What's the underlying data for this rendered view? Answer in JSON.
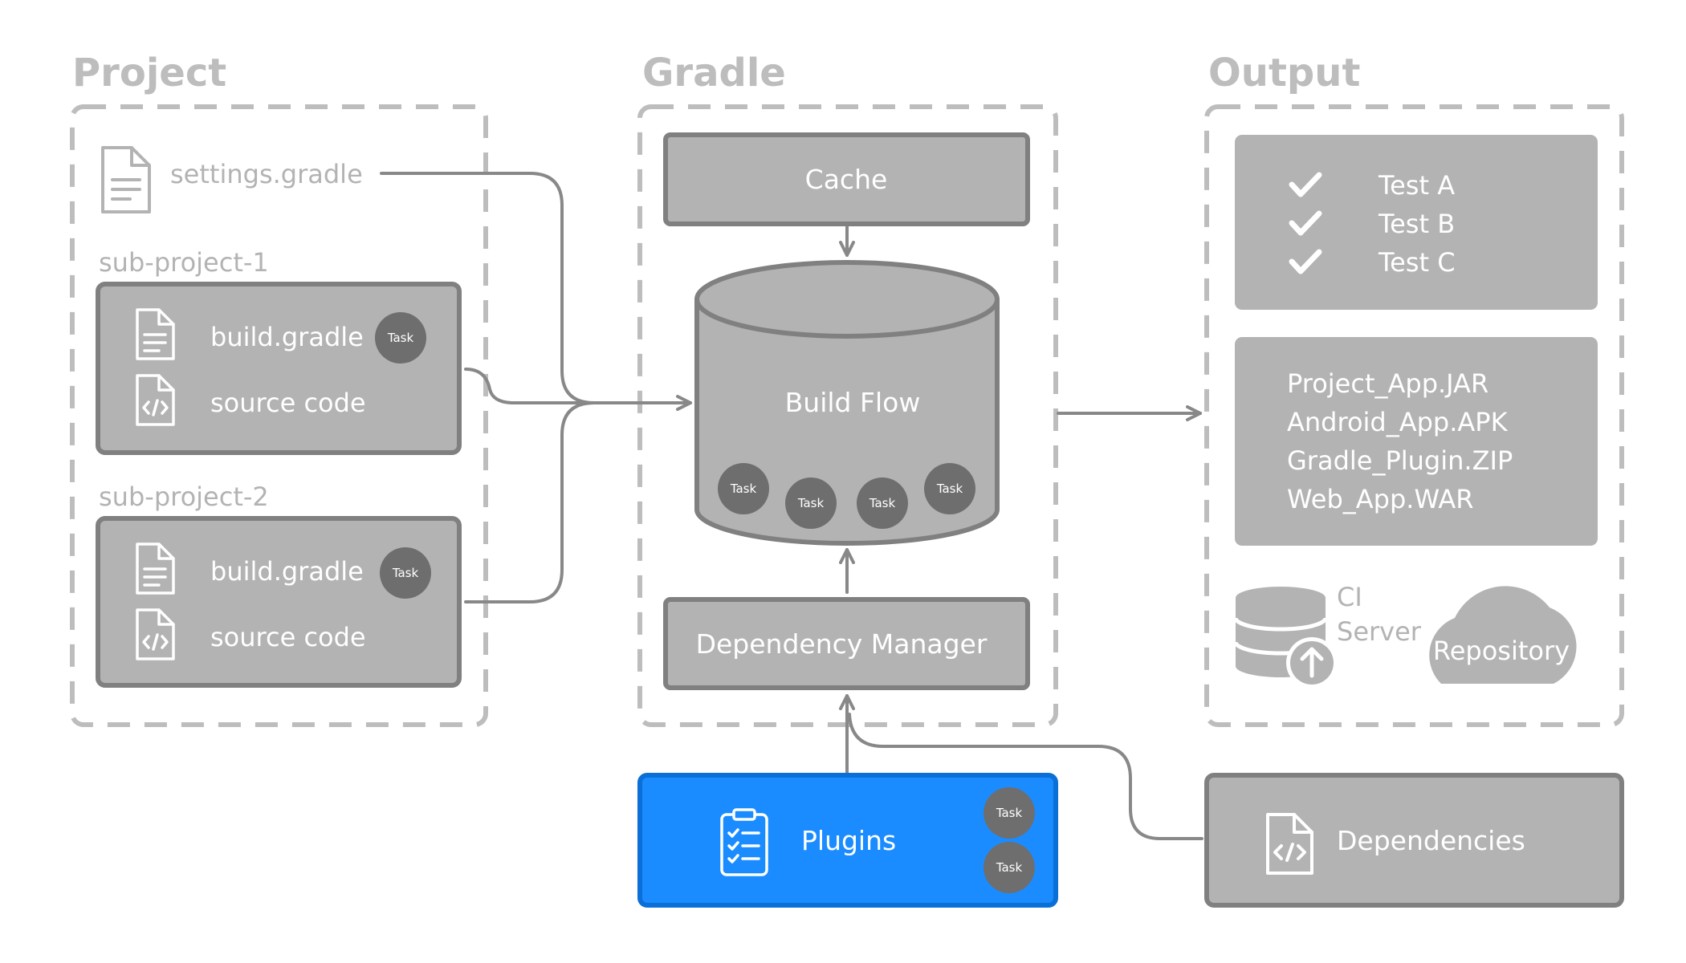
{
  "columns": {
    "project": "Project",
    "gradle": "Gradle",
    "output": "Output"
  },
  "project": {
    "settings_file": "settings.gradle",
    "sub_project_1": {
      "label": "sub-project-1",
      "build_file": "build.gradle",
      "source": "source code",
      "task": "Task"
    },
    "sub_project_2": {
      "label": "sub-project-2",
      "build_file": "build.gradle",
      "source": "source code",
      "task": "Task"
    }
  },
  "gradle": {
    "cache": "Cache",
    "build_flow": "Build Flow",
    "build_flow_tasks": [
      "Task",
      "Task",
      "Task",
      "Task"
    ],
    "dependency_manager": "Dependency Manager",
    "plugins": "Plugins",
    "plugin_tasks": [
      "Task",
      "Task"
    ]
  },
  "output": {
    "tests": [
      "Test A",
      "Test B",
      "Test C"
    ],
    "artifacts": [
      "Project_App.JAR",
      "Android_App.APK",
      "Gradle_Plugin.ZIP",
      "Web_App.WAR"
    ],
    "ci_server": [
      "CI",
      "Server"
    ],
    "repository": "Repository"
  },
  "dependencies": "Dependencies",
  "colors": {
    "box_fill": "#b3b3b3",
    "box_stroke": "#808080",
    "dashed": "#bdbdbd",
    "arrow": "#888888",
    "task_circle": "#6e6e6e",
    "plugins_fill": "#1a8cff",
    "plugins_stroke": "#0a6fd6"
  }
}
